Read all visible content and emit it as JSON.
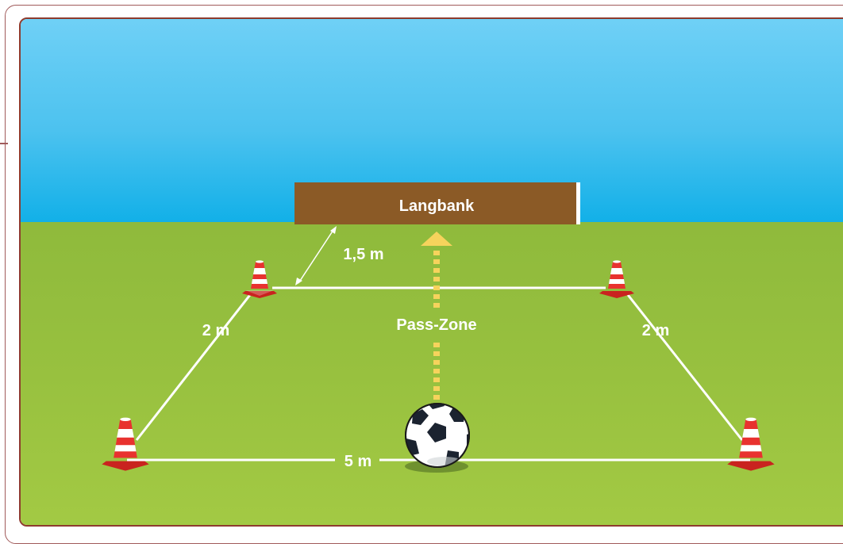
{
  "bench": {
    "label": "Langbank",
    "color": "#8b5a26"
  },
  "labels": {
    "distance_bench": "1,5 m",
    "side_left": "2 m",
    "side_right": "2 m",
    "base": "5 m",
    "zone": "Pass-Zone"
  },
  "colors": {
    "sky_top": "#6fd0f6",
    "sky_bottom": "#12b0e8",
    "grass": "#98c13f",
    "frame_border": "#8e3b2e",
    "zone_arrow": "#f6d35c",
    "cone_red": "#e8322f",
    "line": "#ffffff"
  },
  "icons": {
    "cone": "traffic-cone-icon",
    "ball": "soccer-ball-icon",
    "arrow": "arrow-up-icon"
  }
}
